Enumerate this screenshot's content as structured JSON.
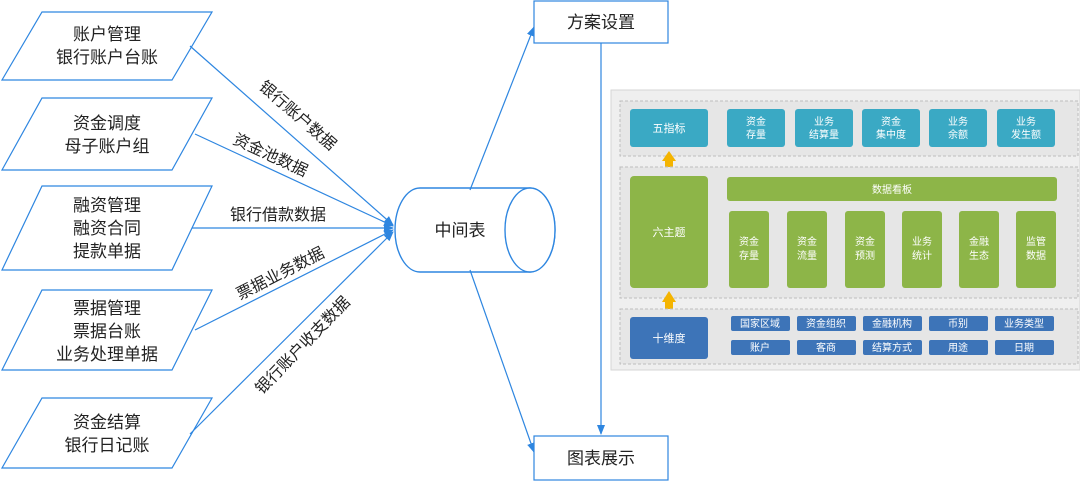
{
  "sources": [
    {
      "lines": [
        "账户管理",
        "银行账户台账"
      ]
    },
    {
      "lines": [
        "资金调度",
        "母子账户组"
      ]
    },
    {
      "lines": [
        "融资管理",
        "融资合同",
        "提款单据"
      ]
    },
    {
      "lines": [
        "票据管理",
        "票据台账",
        "业务处理单据"
      ]
    },
    {
      "lines": [
        "资金结算",
        "银行日记账"
      ]
    }
  ],
  "edges": [
    "银行账户数据",
    "资金池数据",
    "银行借款数据",
    "票据业务数据",
    "银行账户收支数据"
  ],
  "middle_table": "中间表",
  "plan_settings": "方案设置",
  "chart_display": "图表展示",
  "colors": {
    "line": "#2e86e0",
    "teal": "#3aa9c4",
    "green": "#8db548",
    "blue": "#3d74b8",
    "arrow_orange": "#f4b400",
    "panel_bg": "#efefef"
  },
  "panel": {
    "indicators": {
      "label": "五指标",
      "items": [
        [
          "资金",
          "存量"
        ],
        [
          "业务",
          "结算量"
        ],
        [
          "资金",
          "集中度"
        ],
        [
          "业务",
          "余额"
        ],
        [
          "业务",
          "发生额"
        ]
      ]
    },
    "themes": {
      "label": "六主题",
      "board": "数据看板",
      "items": [
        [
          "资金",
          "存量"
        ],
        [
          "资金",
          "流量"
        ],
        [
          "资金",
          "预测"
        ],
        [
          "业务",
          "统计"
        ],
        [
          "金融",
          "生态"
        ],
        [
          "监管",
          "数据"
        ]
      ]
    },
    "dimensions": {
      "label": "十维度",
      "items": [
        "国家区域",
        "资金组织",
        "金融机构",
        "币别",
        "业务类型",
        "账户",
        "客商",
        "结算方式",
        "用途",
        "日期"
      ]
    }
  }
}
